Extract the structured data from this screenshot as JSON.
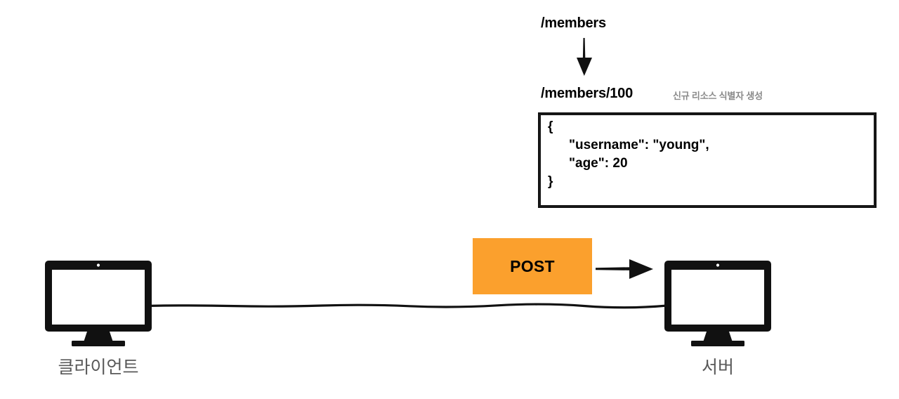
{
  "diagram": {
    "title_paths": {
      "collection": "/members",
      "resource": "/members/100"
    },
    "annotation": "신규 리소스 식별자 생성",
    "request_body": {
      "open_brace": "{",
      "lines": [
        {
          "key": "\"username\":",
          "value": "\"young\","
        },
        {
          "key": "\"age\":",
          "value": "20"
        }
      ],
      "close_brace": "}"
    },
    "method": "POST",
    "nodes": {
      "client_label": "클라이언트",
      "server_label": "서버"
    },
    "colors": {
      "method_box": "#FBA02D",
      "ink": "#000000",
      "label_gray": "#595959",
      "annotation_gray": "#8A8A8A"
    }
  }
}
